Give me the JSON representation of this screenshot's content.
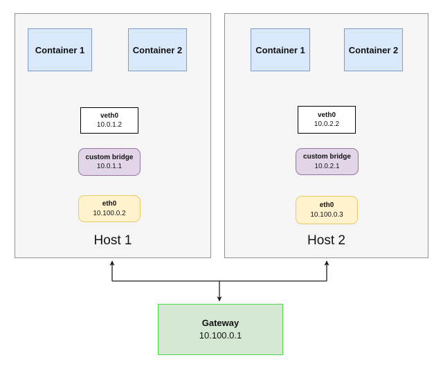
{
  "diagram": {
    "hosts": [
      {
        "label": "Host 1",
        "containers": [
          {
            "label": "Container 1"
          },
          {
            "label": "Container 2"
          }
        ],
        "veth": {
          "label": "veth0",
          "ip": "10.0.1.2"
        },
        "bridge": {
          "label": "custom bridge",
          "ip": "10.0.1.1"
        },
        "eth": {
          "label": "eth0",
          "ip": "10.100.0.2"
        }
      },
      {
        "label": "Host 2",
        "containers": [
          {
            "label": "Container 1"
          },
          {
            "label": "Container 2"
          }
        ],
        "veth": {
          "label": "veth0",
          "ip": "10.0.2.2"
        },
        "bridge": {
          "label": "custom bridge",
          "ip": "10.0.2.1"
        },
        "eth": {
          "label": "eth0",
          "ip": "10.100.0.3"
        }
      }
    ],
    "gateway": {
      "label": "Gateway",
      "ip": "10.100.0.1"
    },
    "colors": {
      "host_fill": "#f5f5f5",
      "host_border": "#919191",
      "container_fill": "#dae8fc",
      "container_border": "#7d9bc9",
      "veth_fill": "#ffffff",
      "veth_border": "#000000",
      "bridge_fill": "#e1d5e7",
      "bridge_border": "#9673a6",
      "eth_fill": "#fff2cc",
      "eth_border": "#e8c965",
      "gateway_fill": "#d5e8d4",
      "gateway_border": "#4fd84f",
      "connector": "#1a1a1a"
    }
  }
}
